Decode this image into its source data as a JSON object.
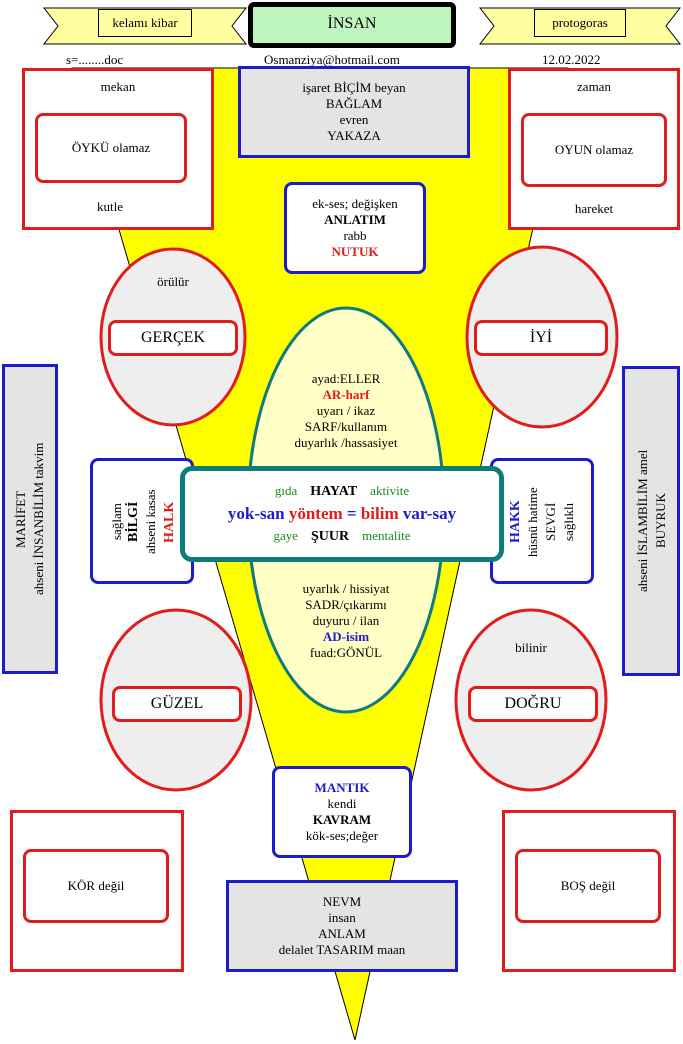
{
  "header": {
    "title": "İNSAN",
    "left_banner": "kelamı kibar",
    "right_banner": "protogoras",
    "file": "s=........doc",
    "email": "Osmanziya@hotmail.com",
    "date": "12.02.2022"
  },
  "top_left": {
    "top": "mekan",
    "inner": "ÖYKÜ olamaz",
    "bottom": "kutle"
  },
  "top_right": {
    "top": "zaman",
    "inner": "OYUN olamaz",
    "bottom": "hareket"
  },
  "top_center": {
    "l1": "işaret BİÇİM beyan",
    "l2": "BAĞLAM",
    "l3": "evren",
    "l4": "YAKAZA"
  },
  "upper_small": {
    "l1": "ek-ses; değişken",
    "l2": "ANLATIM",
    "l3": "rabb",
    "l4": "NUTUK"
  },
  "ellipse_tl": {
    "note": "örülür",
    "label": "GERÇEK"
  },
  "ellipse_tr": {
    "label": "İYİ"
  },
  "ellipse_bl": {
    "label": "GÜZEL"
  },
  "ellipse_br": {
    "note": "bilinir",
    "label": "DOĞRU"
  },
  "oval_top": {
    "l1": "ayad:ELLER",
    "l2": "AR-harf",
    "l3": "uyarı / ikaz",
    "l4": "SARF/kullanım",
    "l5": "duyarlık  /hassasiyet"
  },
  "oval_bottom": {
    "l1": "uyarlık  /  hissiyat",
    "l2": "SADR/çıkarımı",
    "l3": "duyuru  /  ilan",
    "l4": "AD-isim",
    "l5": "fuad:GÖNÜL"
  },
  "center": {
    "r1_left": "gıda",
    "r1_mid": "HAYAT",
    "r1_right": "aktivite",
    "r2_a": "yok-san",
    "r2_b": "yöntem",
    "r2_c": "=",
    "r2_d": "bilim",
    "r2_e": "var-say",
    "r3_left": "gaye",
    "r3_mid": "ŞUUR",
    "r3_right": "mentalite"
  },
  "left_mid": {
    "c1": "sağlam",
    "c2": "BİLGİ",
    "c3": "ahseni kasas",
    "c4": "HALK"
  },
  "right_mid": {
    "c1": "HAKK",
    "c2": "hüsnü hatime",
    "c3": "SEVGİ",
    "c4": "sağlıklı"
  },
  "far_left": {
    "c1": "MARİFET",
    "c2": "ahseni  İNSANBİLİM takvim"
  },
  "far_right": {
    "c1": "ahseni İSLAMBİLİM amel",
    "c2": "BUYRUK"
  },
  "lower_small": {
    "l1": "MANTIK",
    "l2": "kendi",
    "l3": "KAVRAM",
    "l4": "kök-ses;değer"
  },
  "bottom_left": {
    "inner": "KÖR değil"
  },
  "bottom_right": {
    "inner": "BOŞ değil"
  },
  "bottom_center": {
    "l1": "NEVM",
    "l2": "insan",
    "l3": "ANLAM",
    "l4": "delalet TASARIM  maan"
  }
}
